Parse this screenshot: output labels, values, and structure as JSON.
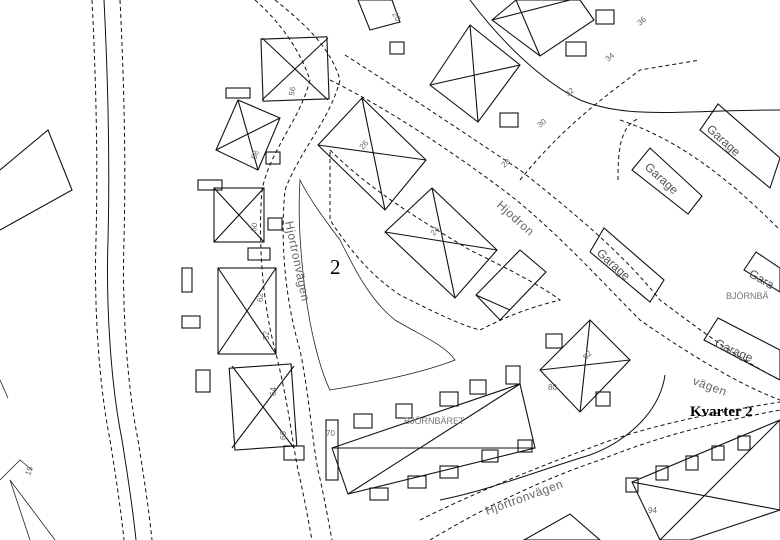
{
  "map": {
    "block_number": "2",
    "kvarter_label": "Kvarter 2",
    "streets": {
      "hjortronvagen_vertical": "Hjortronvägen",
      "hjortronvagen_bottom": "Hjortronvägen",
      "hjodron": "Hjodron",
      "vagen_right": "vägen"
    },
    "area_names": {
      "bjornbaret_center": "BJÖRNBÄRET",
      "bjornbar_right": "BJÖRNBÄ"
    },
    "garage_label": "Garage",
    "garage_label_cut": "Gara",
    "house_numbers": {
      "n20": "20",
      "n36": "36",
      "n34": "34",
      "n32": "32",
      "n30": "30",
      "n28": "28",
      "n56": "56",
      "n58": "58",
      "n26": "26",
      "n24": "24",
      "n52": "52",
      "n62": "62",
      "n60": "60",
      "n64": "64",
      "n66": "66",
      "n70": "70",
      "n80": "80",
      "n82": "82",
      "n94": "94",
      "n15": "15"
    }
  }
}
